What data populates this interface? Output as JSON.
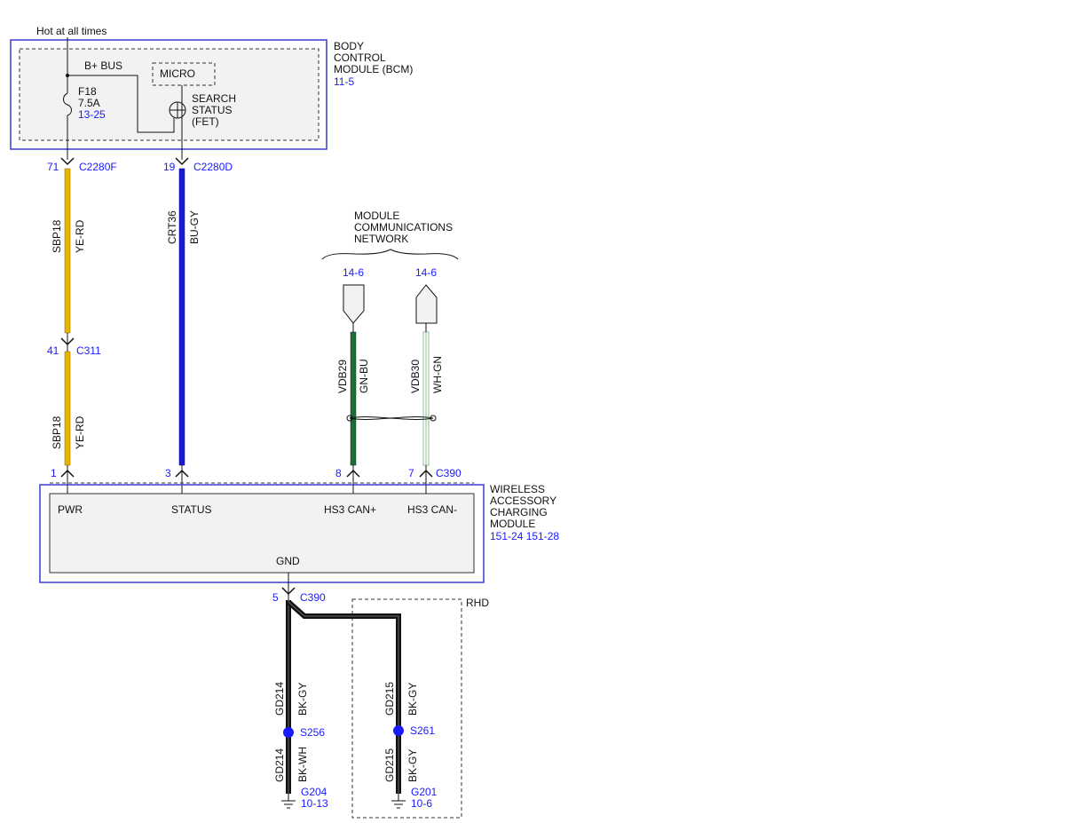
{
  "colors": {
    "blue_text": "#1a1aff",
    "module_border": "#3b3bd6",
    "module_fill": "#f2f2f2",
    "wire_yellow": "#e8b400",
    "wire_blue": "#1a1ad0",
    "wire_green": "#1f6b3a",
    "wire_white_green": "#8fbf8f",
    "wire_black": "#111111",
    "splice": "#1a1aff"
  },
  "top_label": "Hot at all times",
  "bcm": {
    "name_lines": [
      "BODY",
      "CONTROL",
      "MODULE (BCM)"
    ],
    "ref": "11-5",
    "bus_label": "B+ BUS",
    "micro_label": "MICRO",
    "fuse": {
      "name": "F18",
      "rating": "7.5A",
      "ref": "13-25"
    },
    "search_lines": [
      "SEARCH",
      "STATUS",
      "(FET)"
    ]
  },
  "connectors": {
    "pwr_top": {
      "pin": "71",
      "name": "C2280F"
    },
    "status_top": {
      "pin": "19",
      "name": "C2280D"
    },
    "c311": {
      "pin": "41",
      "name": "C311"
    },
    "pwr_bottom": {
      "pin": "1"
    },
    "status_bottom": {
      "pin": "3"
    },
    "can_plus": {
      "pin": "8"
    },
    "can_minus": {
      "pin": "7",
      "name": "C390"
    },
    "gnd": {
      "pin": "5",
      "name": "C390"
    }
  },
  "wires": {
    "pwr_upper": {
      "circuit": "SBP18",
      "color": "YE-RD"
    },
    "pwr_lower": {
      "circuit": "SBP18",
      "color": "YE-RD"
    },
    "status": {
      "circuit": "CRT36",
      "color": "BU-GY"
    },
    "can_plus": {
      "circuit": "VDB29",
      "color": "GN-BU"
    },
    "can_minus": {
      "circuit": "VDB30",
      "color": "WH-GN"
    },
    "gnd_left_upper": {
      "circuit": "GD214",
      "color": "BK-GY"
    },
    "gnd_left_lower": {
      "circuit": "GD214",
      "color": "BK-WH"
    },
    "gnd_right_upper": {
      "circuit": "GD215",
      "color": "BK-GY"
    },
    "gnd_right_lower": {
      "circuit": "GD215",
      "color": "BK-GY"
    }
  },
  "network": {
    "label_lines": [
      "MODULE",
      "COMMUNICATIONS",
      "NETWORK"
    ],
    "plus_ref": "14-6",
    "minus_ref": "14-6"
  },
  "wacm": {
    "name_lines": [
      "WIRELESS",
      "ACCESSORY",
      "CHARGING",
      "MODULE"
    ],
    "refs": "151-24  151-28",
    "pins": {
      "pwr": "PWR",
      "status": "STATUS",
      "can_plus": "HS3 CAN+",
      "can_minus": "HS3 CAN-",
      "gnd": "GND"
    }
  },
  "splices": {
    "left": "S256",
    "right": "S261"
  },
  "grounds": {
    "left": {
      "name": "G204",
      "ref": "10-13"
    },
    "right": {
      "name": "G201",
      "ref": "10-6"
    }
  },
  "rhd_label": "RHD"
}
